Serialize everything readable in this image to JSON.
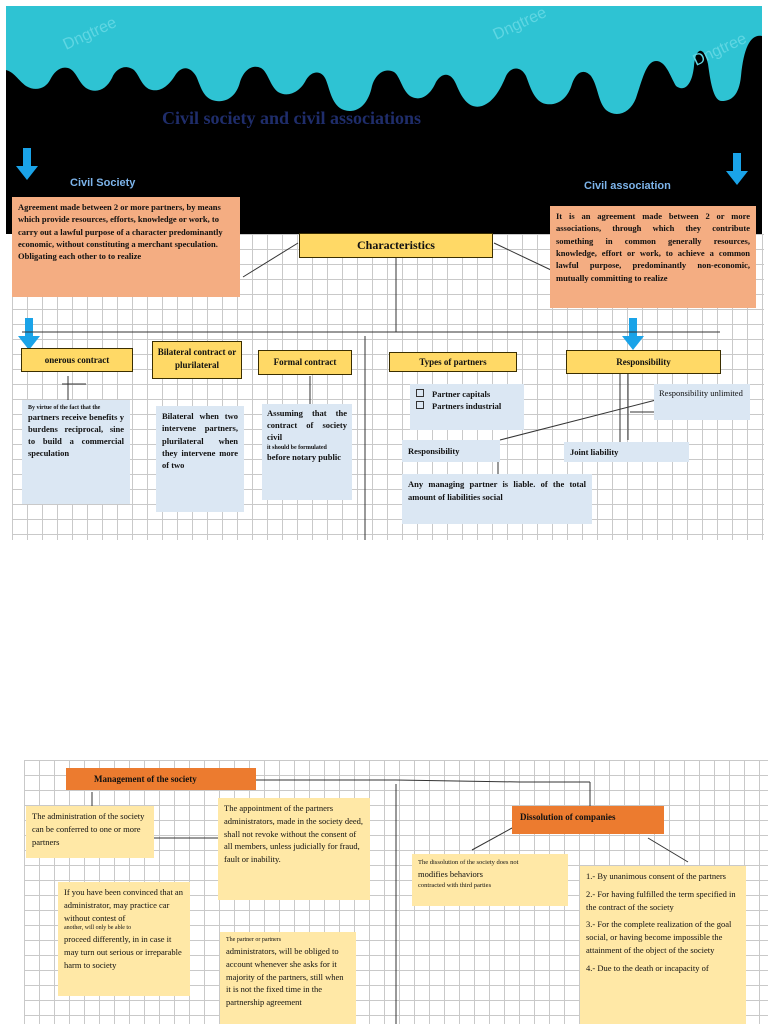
{
  "banner": {
    "title": "Civil society and civil associations",
    "watermark": "Dngtree"
  },
  "civil_society": {
    "label": "Civil Society",
    "definition": "Agreement made between 2 or more partners, by means which provide resources, efforts, knowledge or work, to carry out a lawful purpose of a character predominantly economic, without constituting a merchant speculation. Obligating each other to to realize"
  },
  "civil_association": {
    "label": "Civil association",
    "definition": "It is an agreement made between 2 or more associations, through which they contribute something in common generally resources, knowledge, effort or work, to achieve a common lawful purpose, predominantly non-economic, mutually committing to realize"
  },
  "characteristics": {
    "title": "Characteristics",
    "onerous": {
      "title": "onerous contract",
      "text_small": "By virtue of the fact that the",
      "text": "partners receive benefits y burdens reciprocal, sine to build a commercial speculation"
    },
    "bilateral": {
      "title": "Bilateral contract or plurilateral",
      "text": "Bilateral when two intervene partners, plurilateral when they intervene more of two"
    },
    "formal": {
      "title": "Formal contract",
      "text_a": "Assuming that the contract of society civil",
      "text_small": "it should be formulated",
      "text_b": "before notary public"
    },
    "partners": {
      "title": "Types of partners",
      "items": [
        "Partner capitals",
        "Partners industrial"
      ],
      "responsibility": "Responsibility",
      "liability_text": "Any managing partner is liable. of the total amount of liabilities social"
    },
    "responsibility": {
      "title": "Responsibility",
      "unlimited": "Responsibility unlimited",
      "joint": "Joint liability"
    }
  },
  "management": {
    "title": "Management of the society",
    "admin_text": "The administration of the society can be conferred to one or more partners",
    "appointment_text": "The appointment of the partners administrators, made in the society deed, shall not revoke without the consent of all members, unless judicially for fraud, fault or inability.",
    "convinced_a": "If you have been convinced that an administrator, may practice car without contest of",
    "convinced_small": "another, will only be able to",
    "convinced_b": "proceed differently, in in case it may turn out serious or irreparable harm to society",
    "account_small": "The partner or partners",
    "account_text": "administrators, will be obliged to account whenever she asks for it majority of the partners, still when it is not the fixed time in the partnership agreement"
  },
  "dissolution": {
    "title": "Dissolution of companies",
    "note_small_a": "The dissolution of the society does not",
    "note_b": "modifies behaviors",
    "note_small_c": "contracted with third parties",
    "items": [
      "1.- By unanimous consent of the partners",
      "2.- For having fulfilled the term specified in the contract of the society",
      "3.- For the complete realization of the goal social, or having become impossible the attainment of the object of the society",
      "4.- Due to the death or incapacity of"
    ]
  },
  "colors": {
    "banner_teal": "#2ec3d3",
    "arrow_blue": "#1aa3e8",
    "title_navy": "#1f2d6b",
    "salmon": "#f4ad82",
    "header_yellow": "#ffd966",
    "pale_blue": "#dbe7f3",
    "cream": "#ffe8a6",
    "orange": "#ec7b2f"
  },
  "icons": [
    "down-arrow-icon",
    "bullet-icon"
  ]
}
